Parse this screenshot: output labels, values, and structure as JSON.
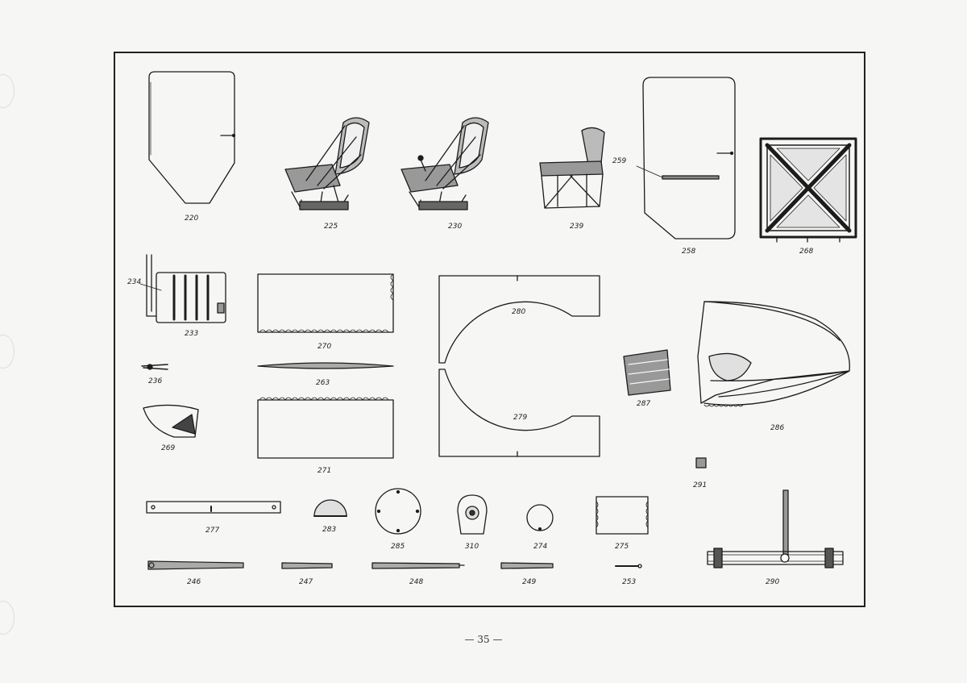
{
  "page": {
    "number": "— 35 —"
  },
  "parts": [
    {
      "id": "door-220",
      "label": "220"
    },
    {
      "id": "seat-225",
      "label": "225"
    },
    {
      "id": "seat-230",
      "label": "230"
    },
    {
      "id": "seat-239",
      "label": "239"
    },
    {
      "id": "door-258",
      "label": "258"
    },
    {
      "id": "door-handle-259",
      "label": "259"
    },
    {
      "id": "hatch-268",
      "label": "268"
    },
    {
      "id": "fuel-tank-233",
      "label": "233"
    },
    {
      "id": "tank-pipe-234",
      "label": "234"
    },
    {
      "id": "panel-270",
      "label": "270"
    },
    {
      "id": "strip-263",
      "label": "263"
    },
    {
      "id": "panel-271",
      "label": "271"
    },
    {
      "id": "bulkhead-280",
      "label": "280"
    },
    {
      "id": "bulkhead-279",
      "label": "279"
    },
    {
      "id": "fitting-287",
      "label": "287"
    },
    {
      "id": "cowling-286",
      "label": "286"
    },
    {
      "id": "clip-236",
      "label": "236"
    },
    {
      "id": "fairing-269",
      "label": "269"
    },
    {
      "id": "bracket-291",
      "label": "291"
    },
    {
      "id": "rail-277",
      "label": "277"
    },
    {
      "id": "plate-283",
      "label": "283"
    },
    {
      "id": "cover-285",
      "label": "285"
    },
    {
      "id": "cap-310",
      "label": "310"
    },
    {
      "id": "disc-274",
      "label": "274"
    },
    {
      "id": "patch-275",
      "label": "275"
    },
    {
      "id": "strut-246",
      "label": "246"
    },
    {
      "id": "strut-247",
      "label": "247"
    },
    {
      "id": "strut-248",
      "label": "248"
    },
    {
      "id": "strut-249",
      "label": "249"
    },
    {
      "id": "pin-253",
      "label": "253"
    },
    {
      "id": "axle-290",
      "label": "290"
    }
  ]
}
